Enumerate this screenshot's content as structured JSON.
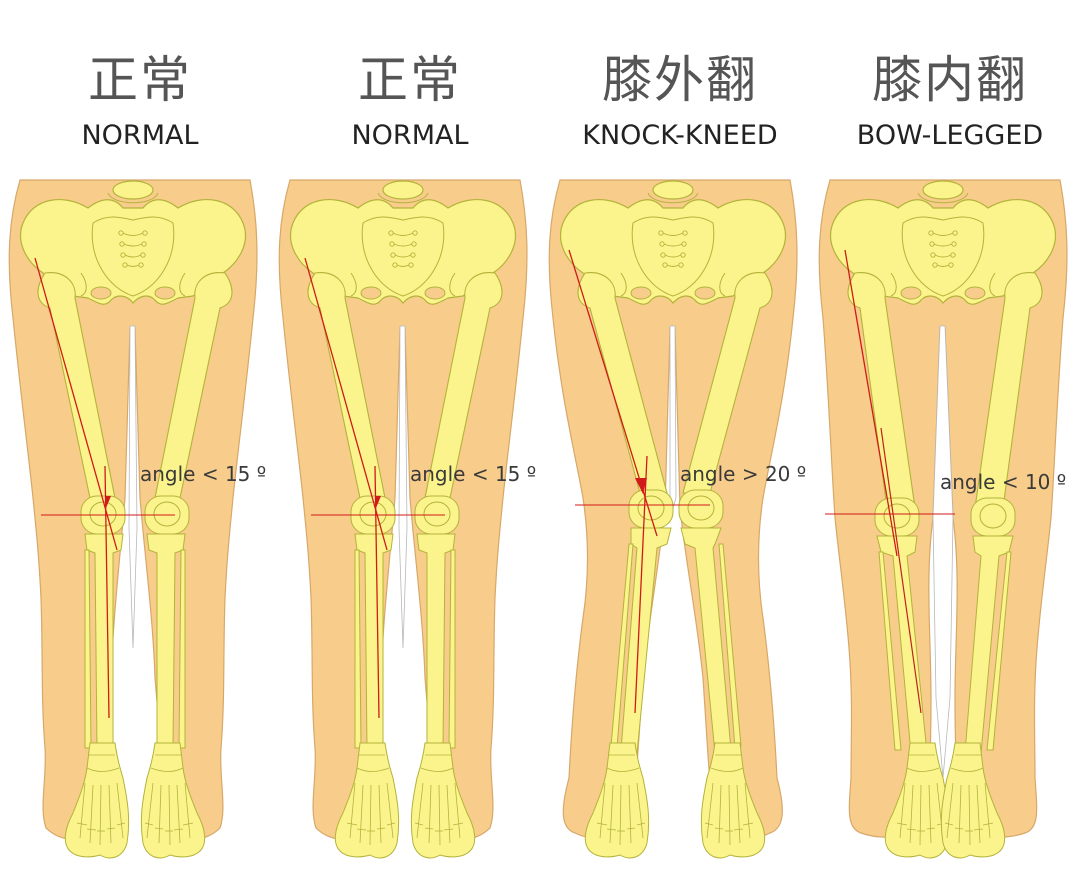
{
  "colors": {
    "skin": "#f8cc8a",
    "skin_outline": "#d6a86a",
    "bone": "#fbf48c",
    "bone_outline": "#b3b33a",
    "axis_line": "#d11a1a",
    "title_cn": "#555555",
    "title_en": "#222222"
  },
  "panels": [
    {
      "title_cn": "正常",
      "title_en": "NORMAL",
      "angle_label": "angle < 15 º",
      "type": "normal"
    },
    {
      "title_cn": "正常",
      "title_en": "NORMAL",
      "angle_label": "angle < 15 º",
      "type": "normal"
    },
    {
      "title_cn": "膝外翻",
      "title_en": "KNOCK-KNEED",
      "angle_label": "angle > 20 º",
      "type": "knock-kneed"
    },
    {
      "title_cn": "膝内翻",
      "title_en": "BOW-LEGGED",
      "angle_label": "angle < 10 º",
      "type": "bow-legged"
    }
  ]
}
